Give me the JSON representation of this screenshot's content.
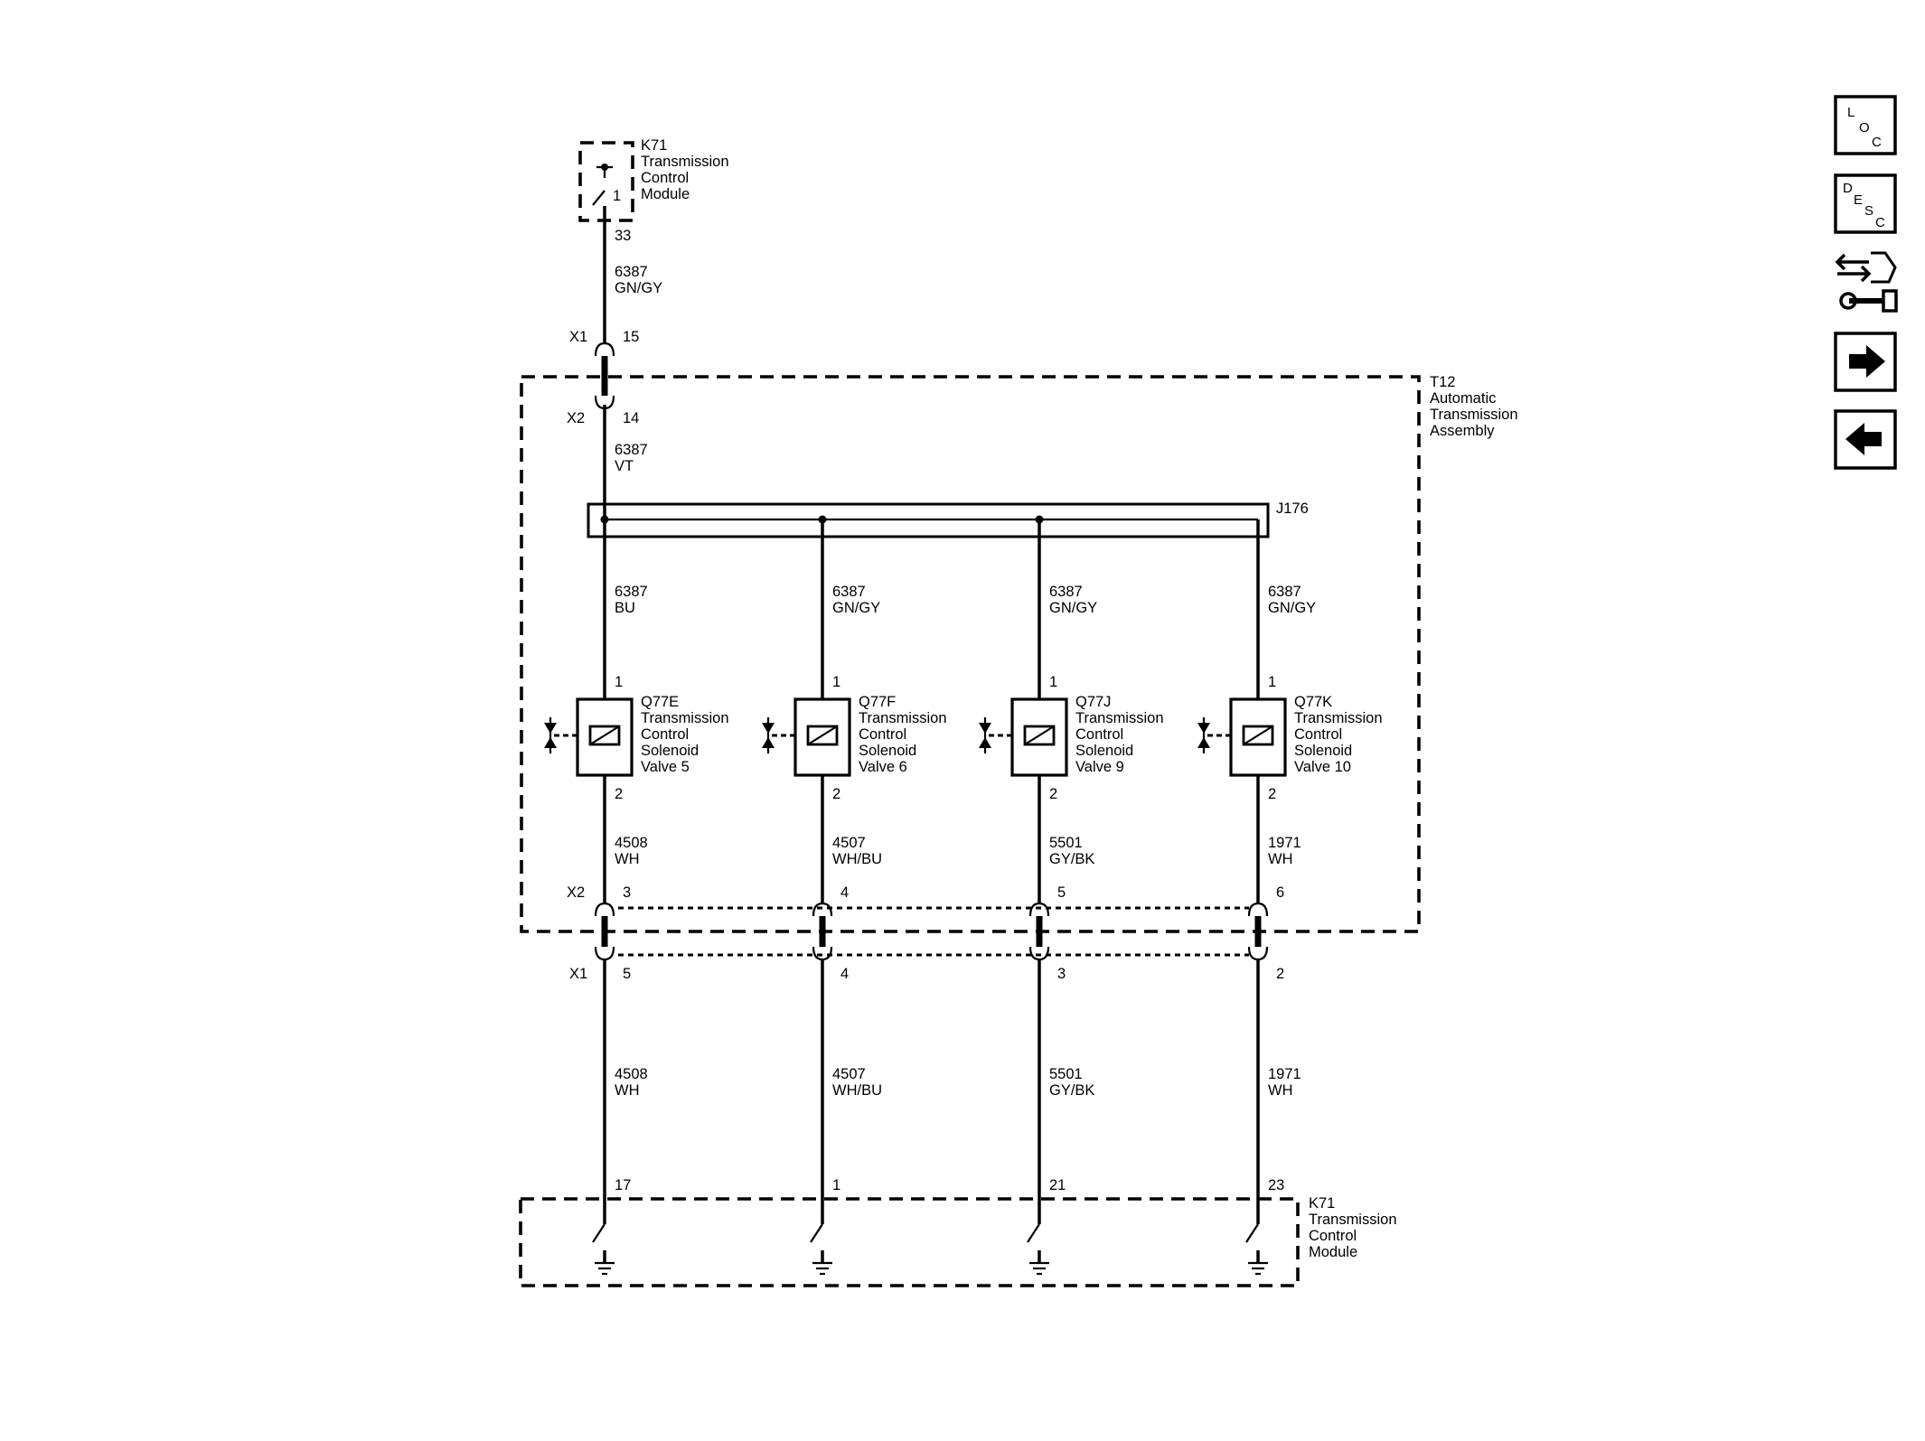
{
  "top_module": {
    "name": "K71",
    "lines": [
      "Transmission",
      "Control",
      "Module"
    ],
    "pin_internal": "1",
    "pin_out": "33"
  },
  "top_wire": {
    "circuit": "6387",
    "color": "GN/GY"
  },
  "connector_top": {
    "x1_label": "X1",
    "x1_pin": "15",
    "x2_label": "X2",
    "x2_pin": "14"
  },
  "assembly": {
    "name": "T12",
    "lines": [
      "Automatic",
      "Transmission",
      "Assembly"
    ]
  },
  "feed_wire": {
    "circuit": "6387",
    "color": "VT"
  },
  "splice": {
    "name": "J176"
  },
  "branches": [
    {
      "feed": {
        "circuit": "6387",
        "color": "BU"
      },
      "pin_top": "1",
      "valve": {
        "name": "Q77E",
        "lines": [
          "Transmission",
          "Control",
          "Solenoid",
          "Valve 5"
        ]
      },
      "pin_bottom": "2",
      "out_wire": {
        "circuit": "4508",
        "color": "WH"
      },
      "x2_pin": "3",
      "x1_pin": "5",
      "lower_wire": {
        "circuit": "4508",
        "color": "WH"
      },
      "module_pin": "17"
    },
    {
      "feed": {
        "circuit": "6387",
        "color": "GN/GY"
      },
      "pin_top": "1",
      "valve": {
        "name": "Q77F",
        "lines": [
          "Transmission",
          "Control",
          "Solenoid",
          "Valve 6"
        ]
      },
      "pin_bottom": "2",
      "out_wire": {
        "circuit": "4507",
        "color": "WH/BU"
      },
      "x2_pin": "4",
      "x1_pin": "4",
      "lower_wire": {
        "circuit": "4507",
        "color": "WH/BU"
      },
      "module_pin": "1"
    },
    {
      "feed": {
        "circuit": "6387",
        "color": "GN/GY"
      },
      "pin_top": "1",
      "valve": {
        "name": "Q77J",
        "lines": [
          "Transmission",
          "Control",
          "Solenoid",
          "Valve 9"
        ]
      },
      "pin_bottom": "2",
      "out_wire": {
        "circuit": "5501",
        "color": "GY/BK"
      },
      "x2_pin": "5",
      "x1_pin": "3",
      "lower_wire": {
        "circuit": "5501",
        "color": "GY/BK"
      },
      "module_pin": "21"
    },
    {
      "feed": {
        "circuit": "6387",
        "color": "GN/GY"
      },
      "pin_top": "1",
      "valve": {
        "name": "Q77K",
        "lines": [
          "Transmission",
          "Control",
          "Solenoid",
          "Valve 10"
        ]
      },
      "pin_bottom": "2",
      "out_wire": {
        "circuit": "1971",
        "color": "WH"
      },
      "x2_pin": "6",
      "x1_pin": "2",
      "lower_wire": {
        "circuit": "1971",
        "color": "WH"
      },
      "module_pin": "23"
    }
  ],
  "connector_bottom": {
    "x2_label": "X2",
    "x1_label": "X1"
  },
  "bottom_module": {
    "name": "K71",
    "lines": [
      "Transmission",
      "Control",
      "Module"
    ]
  },
  "nav": {
    "loc": [
      "L",
      "O",
      "C"
    ],
    "desc": [
      "D",
      "E",
      "S",
      "C"
    ],
    "icons": [
      "connector-wrench-icon",
      "arrow-right-icon",
      "arrow-left-icon"
    ]
  }
}
